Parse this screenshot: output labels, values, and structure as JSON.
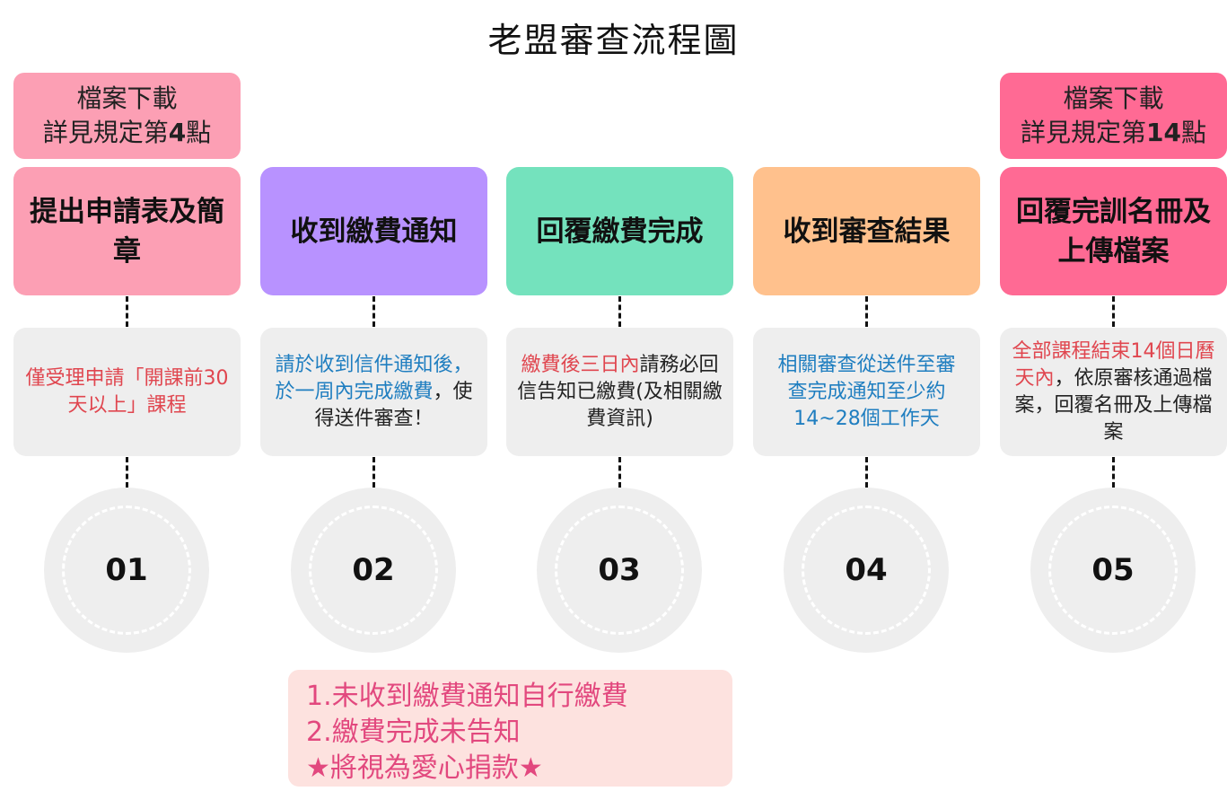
{
  "title": "老盟審查流程圖",
  "downloads": [
    {
      "line1": "檔案下載",
      "line2_prefix": "詳見規定第",
      "line2_num": "4",
      "line2_suffix": "點",
      "color": "#fc9fb4"
    },
    {
      "line1": "檔案下載",
      "line2_prefix": "詳見規定第",
      "line2_num": "14",
      "line2_suffix": "點",
      "color": "#ff6a94"
    }
  ],
  "steps": [
    {
      "label": "提出申請表及簡章",
      "color": "#fc9fb4"
    },
    {
      "label": "收到繳費通知",
      "color": "#b892ff"
    },
    {
      "label": "回覆繳費完成",
      "color": "#74e2bd"
    },
    {
      "label": "收到審查結果",
      "color": "#ffc18d"
    },
    {
      "label": "回覆完訓名冊及上傳檔案",
      "color": "#ff6a94"
    }
  ],
  "notes": {
    "n1": {
      "red": "僅受理申請「開課前30天以上」課程"
    },
    "n2": {
      "blue1": "請於收到信件通知後，於一周內完成繳費",
      "black": "，使得送件審查！"
    },
    "n3": {
      "red": "繳費後三日內",
      "black": "請務必回信告知已繳費(及相關繳費資訊)"
    },
    "n4": {
      "blue": "相關審查從送件至審查完成通知至少約14~28個工作天"
    },
    "n5": {
      "red": "全部課程結束14個日曆天內",
      "black": "，依原審核通過檔案，回覆名冊及上傳檔案"
    }
  },
  "numbers": [
    "01",
    "02",
    "03",
    "04",
    "05"
  ],
  "warning": {
    "line1": "1.未收到繳費通知自行繳費",
    "line2": "2.繳費完成未告知",
    "line3": "★將視為愛心捐款★"
  }
}
